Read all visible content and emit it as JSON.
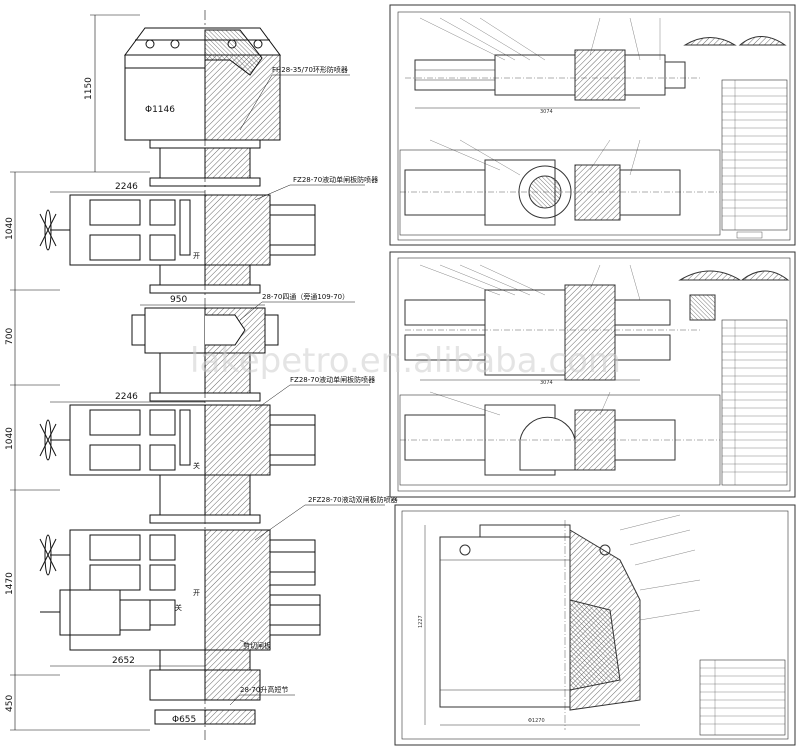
{
  "left_elevation": {
    "stack_components": [
      {
        "label": "FH28-35/70环形防喷器"
      },
      {
        "label": "FZ28-70液动单闸板防喷器"
      },
      {
        "label": "28-70四通（旁通109-70）"
      },
      {
        "label": "FZ28-70液动单闸板防喷器"
      },
      {
        "label": "2FZ28-70液动双闸板防喷器"
      },
      {
        "label": "剪切闸板"
      },
      {
        "label": "28-70升高短节"
      }
    ],
    "vertical_dims": [
      "1150",
      "1040",
      "700",
      "1040",
      "1470",
      "450"
    ],
    "horizontal_dims": [
      "2246",
      "950",
      "2246",
      "2652"
    ],
    "diameter_dims": [
      "Φ1146",
      "Φ655"
    ],
    "side_marks": [
      "开",
      "关",
      "开",
      "关"
    ]
  },
  "sheets": [
    {
      "title": "sheet-1",
      "dim": "3074"
    },
    {
      "title": "sheet-2",
      "dim": "3074"
    },
    {
      "title": "sheet-3",
      "dim_v": "1227",
      "dim_h": "Φ1270"
    }
  ],
  "watermark": "lakepetro.en.alibaba.com",
  "colors": {
    "line": "#111111",
    "frame": "#333333",
    "hatch": "#555555"
  }
}
